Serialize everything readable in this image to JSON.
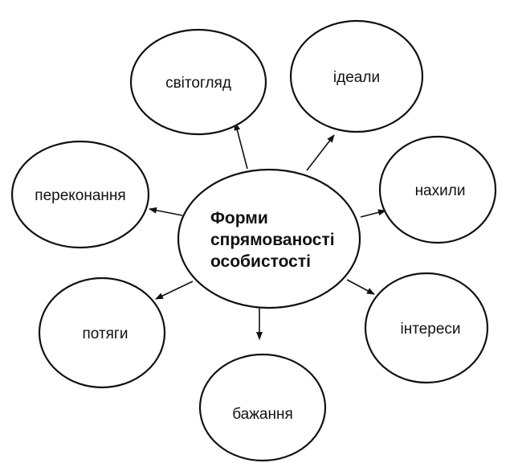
{
  "center": {
    "lines": [
      "Форми",
      "спрямованості",
      "особистості"
    ]
  },
  "nodes": [
    {
      "id": "svitohliad",
      "label": "світогляд"
    },
    {
      "id": "idealy",
      "label": "ідеали"
    },
    {
      "id": "perekonannia",
      "label": "переконання"
    },
    {
      "id": "nakhyly",
      "label": "нахили"
    },
    {
      "id": "potiahy",
      "label": "потяги"
    },
    {
      "id": "interesy",
      "label": "інтереси"
    },
    {
      "id": "bazhannia",
      "label": "бажання"
    }
  ]
}
